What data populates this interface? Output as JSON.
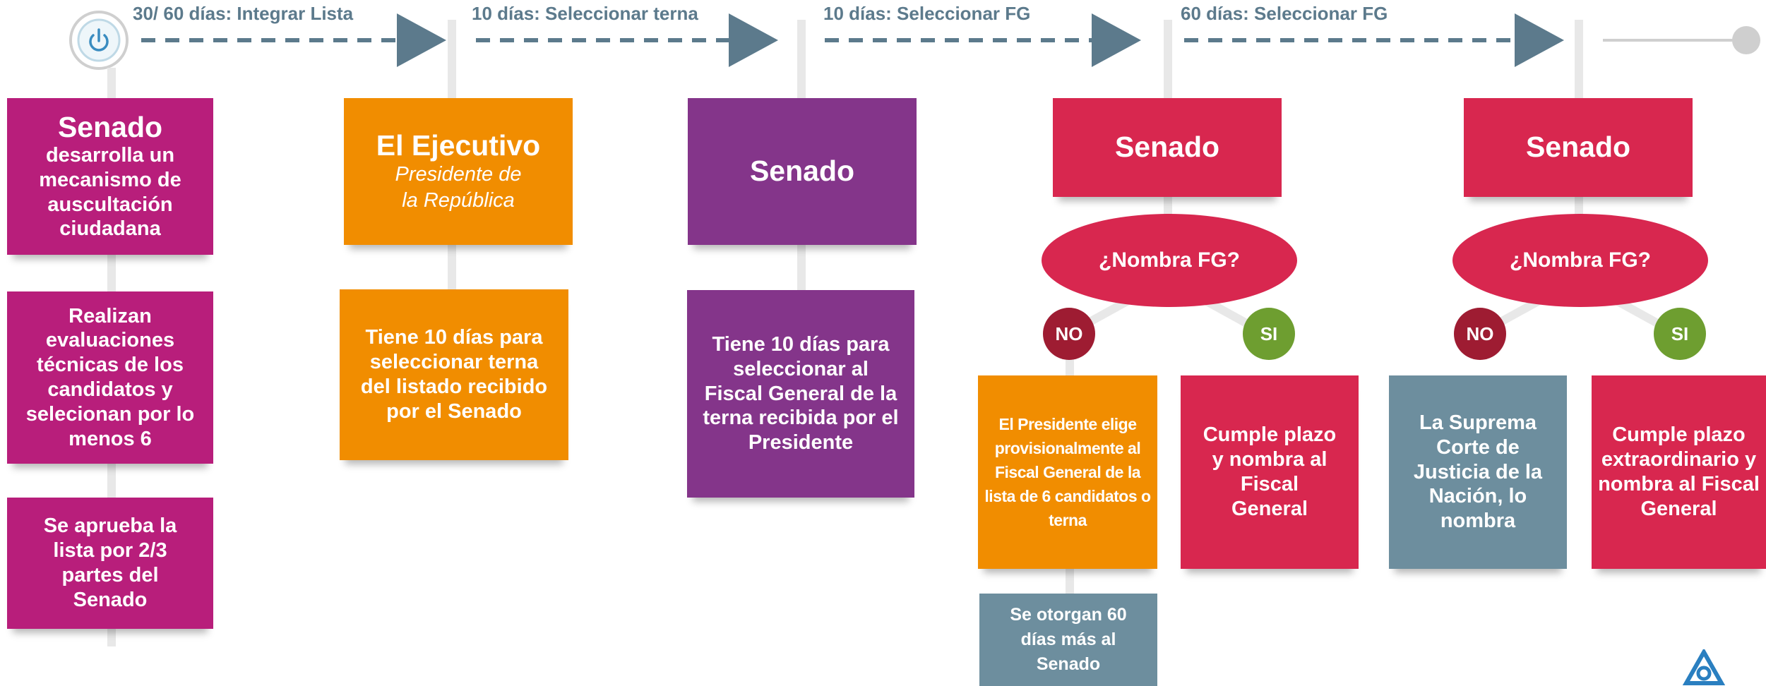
{
  "phases": [
    "30/ 60 días: Integrar Lista",
    "10 días: Seleccionar terna",
    "10 días: Seleccionar FG",
    "60 días: Seleccionar FG"
  ],
  "col1": {
    "box1_title": "Senado",
    "box1_body": "desarrolla un mecanismo de auscultación ciudadana",
    "box2": "Realizan evaluaciones técnicas de los candidatos y selecionan por lo menos 6",
    "box3": "Se aprueba la lista por 2/3 partes del Senado"
  },
  "col2": {
    "box1_title": "El Ejecutivo",
    "box1_sub": "Presidente de la República",
    "box2": "Tiene 10 días para seleccionar terna del listado recibido por el Senado"
  },
  "col3": {
    "box1_title": "Senado",
    "box2": "Tiene 10 días para seleccionar al Fiscal General de la terna recibida por el Presidente"
  },
  "col4": {
    "title": "Senado",
    "question": "¿Nombra FG?",
    "no_label": "NO",
    "si_label": "SI",
    "no_box": "El Presidente elige provisionalmente al Fiscal General de la lista de 6 candidatos o terna",
    "si_box": "Cumple plazo y nombra al Fiscal General",
    "extra_box": "Se otorgan 60 días más al Senado"
  },
  "col5": {
    "title": "Senado",
    "question": "¿Nombra FG?",
    "no_label": "NO",
    "si_label": "SI",
    "no_box": "La Suprema Corte de Justicia de la Nación, lo nombra",
    "si_box": "Cumple plazo extraordinario y nombra al Fiscal General"
  },
  "colors": {
    "magenta": "#b81e7b",
    "orange": "#f18d00",
    "purple": "#84358a",
    "crimson": "#d8274f",
    "slate": "#6d8e9e",
    "no": "#9e1c32",
    "si": "#6e9e30",
    "timeline": "#5c7a8c"
  }
}
